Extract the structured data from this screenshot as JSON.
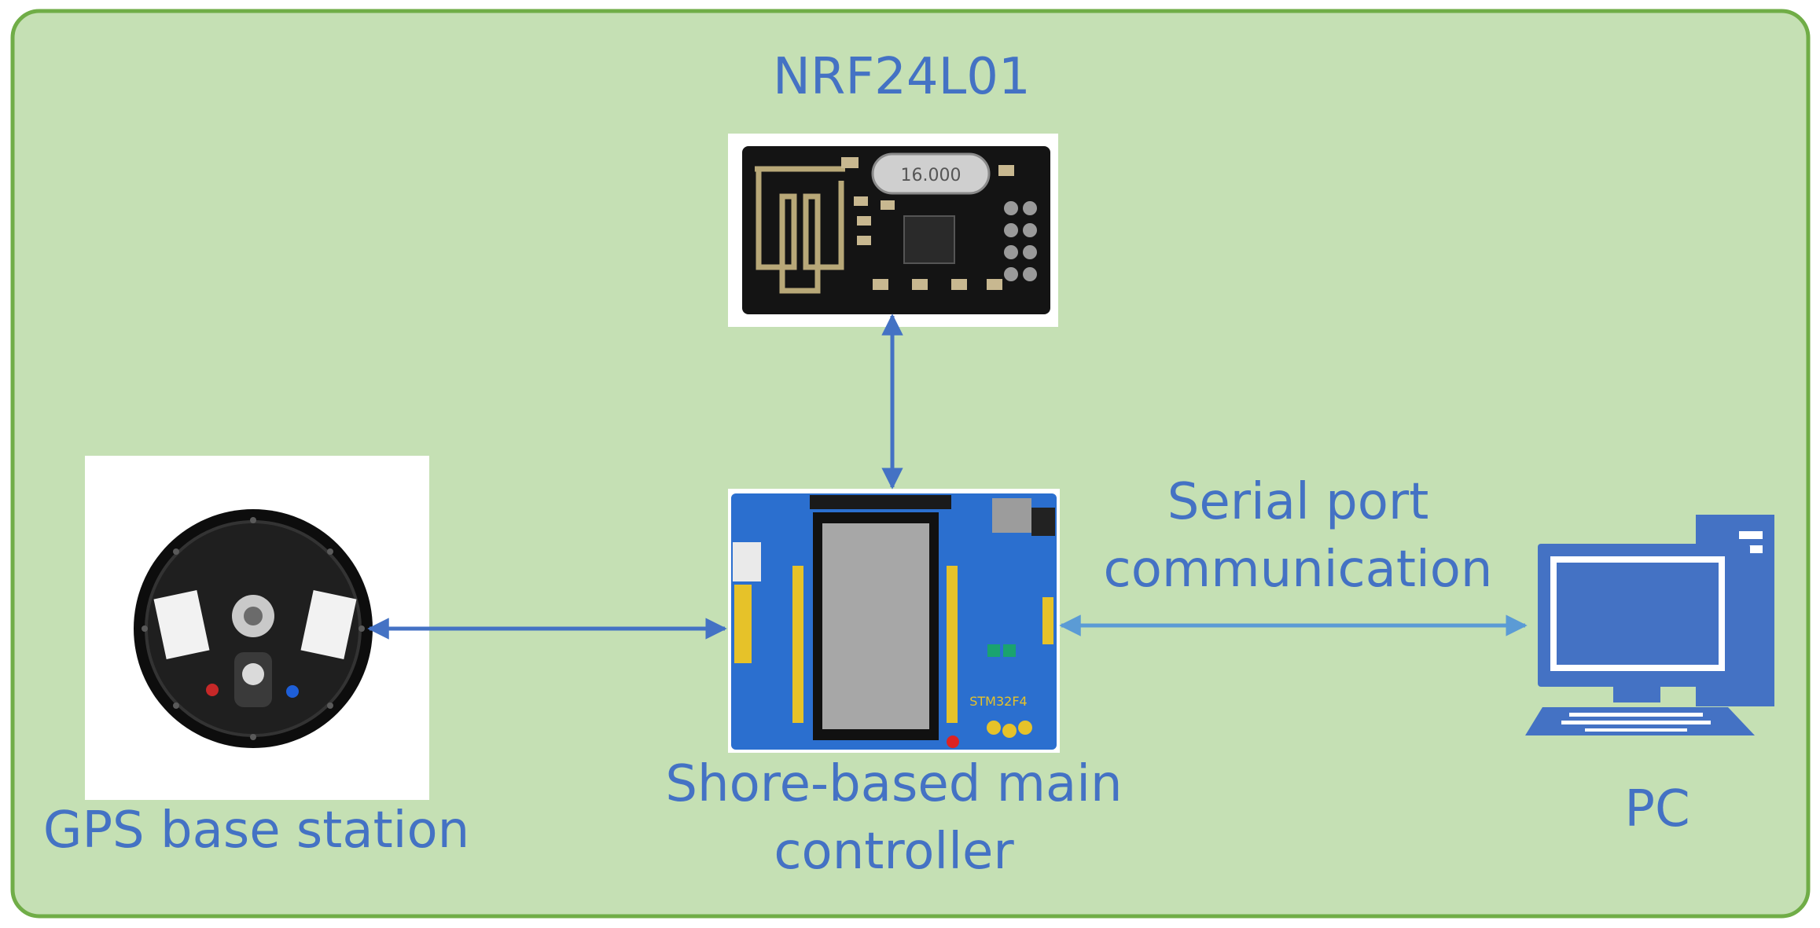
{
  "colors": {
    "panel_fill": "#c5e0b4",
    "panel_border": "#70ad47",
    "label_text": "#4472c4",
    "arrow_dark": "#4472c4",
    "arrow_light": "#5b9bd5",
    "pc_icon": "#4472c4",
    "pcb_blue": "#2b6fcf",
    "nrf_board": "#141414",
    "lcd_gray": "#a7a7a7"
  },
  "nodes": {
    "nrf24l01": {
      "label": "NRF24L01",
      "icon": "nrf24l01-module-photo",
      "antenna_text": "16.000"
    },
    "main_controller": {
      "label_line1": "Shore-based main",
      "label_line2": "controller",
      "icon": "stm32-dev-board-photo",
      "board_text": "STM32F4"
    },
    "gps_base_station": {
      "label": "GPS base station",
      "icon": "gps-antenna-photo"
    },
    "pc": {
      "label": "PC",
      "icon": "desktop-computer-icon"
    }
  },
  "edges": [
    {
      "from": "nrf24l01",
      "to": "main_controller",
      "direction": "both",
      "label_line1": "",
      "label_line2": ""
    },
    {
      "from": "gps_base_station",
      "to": "main_controller",
      "direction": "both",
      "label_line1": "",
      "label_line2": ""
    },
    {
      "from": "main_controller",
      "to": "pc",
      "direction": "both",
      "label_line1": "Serial port",
      "label_line2": "communication"
    }
  ]
}
